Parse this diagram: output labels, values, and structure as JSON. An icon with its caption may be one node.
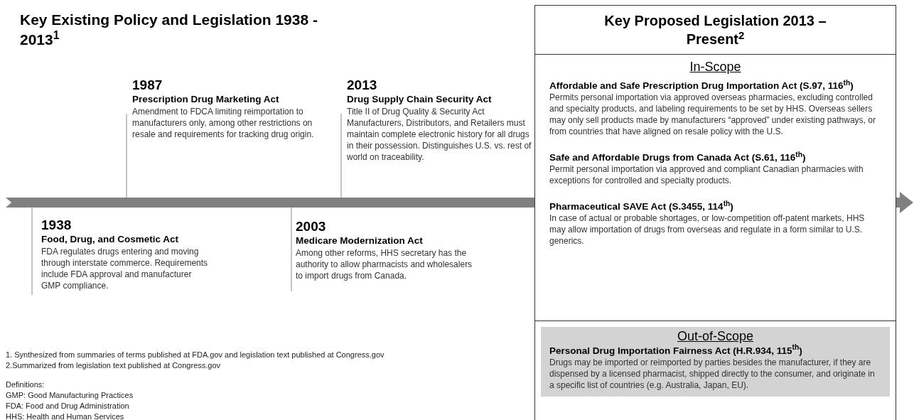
{
  "diagram": {
    "title": "Key Existing Policy and Legislation 1938 - 2013$^{1}$",
    "nodes": [
      {
        "text": [
          "1987",
          "Prescription Drug Marketing Act",
          "Amendment to FDCA limiting reimportation to manufacturers only, among other restrictions on resale and requirements for tracking drug origin."
        ]
      },
      {
        "text": [
          "2013",
          "Drug Supply Chain Security Act",
          "Title II of Drug Quality & Security Act Manufacturers, Distributors, and Retailers must maintain complete electronic history for all drugs in their possession. Distinguishes U.S. vs. rest of world on traceability."
        ]
      },
      {
        "text": [
          "1938",
          "Food, Drug, and Cosmetic Act",
          "FDA regulates drugs entering and moving through interstate commerce. Requirements include FDA approval and manufacturer GMP compliance."
        ]
      },
      {
        "text": [
          "2003",
          "Medicare Modernization Act",
          "Among other reforms, HHS secretary has the authority to allow pharmacists and wholesalers to import drugs from Canada."
        ]
      },
      {
        "text": [
          "Key Proposed Legislation 2013 – Present$^{2}$"
        ]
      },
      {
        "text": [
          "In-Scope"
        ],
        "in": 4
      },
      {
        "text": [
          "Affordable and Safe Prescription Drug Importation Act (S.97, 116$^{th}$)",
          "Permits personal importation via approved overseas pharmacies, excluding controlled and specialty products, and labeling requirements to be set by HHS. Overseas sellers may only sell products made by manufacturers “approved” under existing pathways, or from countries that have aligned on resale policy with the U.S."
        ],
        "in": 5
      },
      {
        "text": [
          "Safe and Affordable Drugs from Canada Act (S.61, 116$^{th}$)",
          "Permit personal importation via approved and compliant Canadian pharmacies with exceptions for controlled and specialty products."
        ],
        "in": 5
      },
      {
        "text": [
          "Pharmaceutical SAVE Act (S.3455, 114$^{th}$)",
          "In case of actual or probable shortages, or low-competition off-patent markets,  HHS may allow importation of drugs from overseas and regulate in a form similar to U.S. generics."
        ],
        "in": 5
      },
      {
        "text": [
          "Out-of-Scope"
        ],
        "in": 4
      },
      {
        "text": [
          "Personal Drug Importation Fairness Act (H.R.934, 115$^{th}$)",
          "Drugs may be imported or reimported by parties besides the manufacturer, if they are dispensed by a licensed pharmacist, shipped directly to the consumer, and originate in a specific list of countries (e.g. Australia, Japan, EU)."
        ],
        "in": 9
      }
    ],
    "labels": [
      "1. Synthesized from summaries of terms published at FDA.gov and legislation text published at Congress.gov",
      "2.Summarized from legislation text published at Congress.gov",
      "Definitions:",
      "GMP: Good Manufacturing Practices",
      "FDA: Food and Drug Administration",
      "HHS: Health and Human Services"
    ]
  }
}
